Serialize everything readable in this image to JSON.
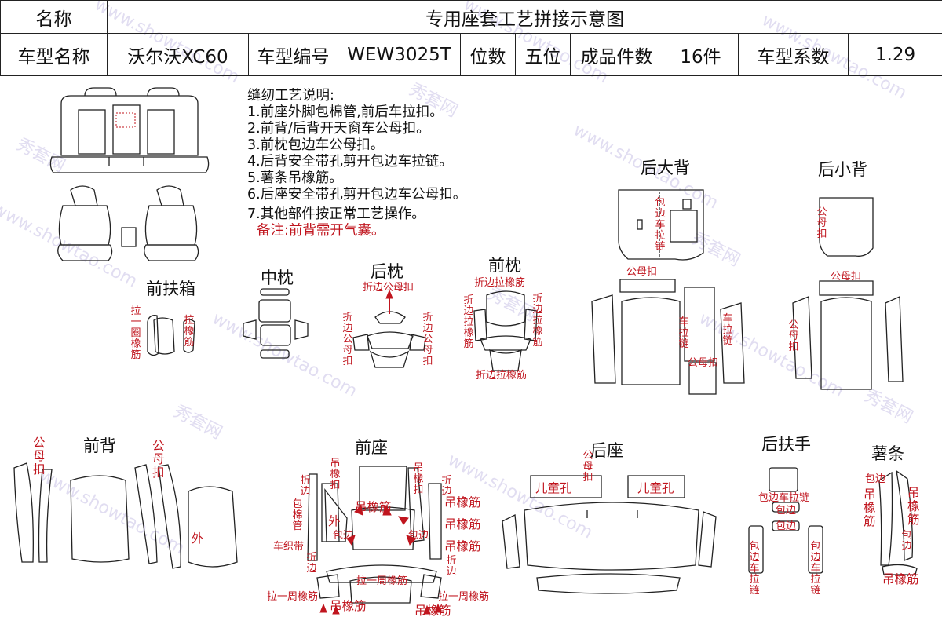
{
  "header": {
    "name_label": "名称",
    "title": "专用座套工艺拼接示意图",
    "model_name_label": "车型名称",
    "model_name": "沃尔沃XC60",
    "model_code_label": "车型编号",
    "model_code": "WEW3025T",
    "seats_label": "位数",
    "seats": "五位",
    "pieces_label": "成品件数",
    "pieces": "16件",
    "coef_label": "车型系数",
    "coef": "1.29"
  },
  "notes": {
    "heading": "缝纫工艺说明:",
    "items": [
      "1.前座外脚包棉管,前后车拉扣。",
      "2.前背/后背开天窗车公母扣。",
      "3.前枕包边车公母扣。",
      "4.后背安全带孔剪开包边车拉链。",
      "5.薯条吊橡筋。",
      "6.后座安全带孔剪开包边车公母扣。",
      "7.其他部件按正常工艺操作。"
    ],
    "remark": "备注:前背需开气囊。"
  },
  "sections": {
    "front_armrest": "前扶箱",
    "mid_pillow": "中枕",
    "rear_pillow": "后枕",
    "front_pillow": "前枕",
    "rear_big_back": "后大背",
    "rear_small_back": "后小背",
    "front_back": "前背",
    "front_seat": "前座",
    "rear_seat": "后座",
    "rear_armrest": "后扶手",
    "fries": "薯条"
  },
  "labels": {
    "armrest_left": "拉一圈橡筋",
    "armrest_right": "拉橡筋",
    "rp_top": "折边公母扣",
    "rp_left": "折边公母扣",
    "rp_right": "折边公母扣",
    "fp_top": "折边拉橡筋",
    "fp_left": "折边拉橡筋",
    "fp_right": "折边拉橡筋",
    "fp_bottom": "折边拉橡筋",
    "rbb_zip": "包边车拉链",
    "rbb_snap": "公母扣",
    "rbb_zip_l": "车拉链",
    "rbb_zip_r": "车拉链",
    "rbb_snap_b": "公母扣",
    "rsb_snap_top": "公母扣",
    "rsb_snap": "公母扣",
    "rsb_snap_l": "公母扣",
    "fb_snap_l": "公母扣",
    "fb_snap_r": "公母扣",
    "fb_outer": "外",
    "fs_hang_l": "吊橡扣",
    "fs_hang_r": "吊橡扣",
    "fs_fold_l": "折边",
    "fs_fold_r": "折边",
    "fs_wrap_pipe": "包棉管",
    "fs_zip": "车织带",
    "fs_fold_b": "折边",
    "fs_band_c": "吊橡筋",
    "fs_outer": "外",
    "fs_wrap": "包边",
    "fs_wrap2": "包边",
    "fs_band_r1": "吊橡筋",
    "fs_band_r2": "吊橡筋",
    "fs_band_r3": "吊橡筋",
    "fs_fold_r2": "折边",
    "fs_loop_l": "拉一周橡筋",
    "fs_loop_c": "拉一周橡筋",
    "fs_loop_r": "拉一周橡筋",
    "fs_band_b1": "吊橡筋",
    "fs_band_b2": "吊橡筋",
    "rs_snap": "公母扣",
    "rs_hole_l": "儿童孔",
    "rs_hole_r": "儿童孔",
    "ra_zip": "包边车拉链",
    "ra_wrap": "包边",
    "ra_wrap2": "包边",
    "ra_zip_l": "包边车拉链",
    "ra_zip_r": "包边车拉链",
    "fr_band_l": "吊橡筋",
    "fr_band_r": "吊橡筋",
    "fr_wrap_t": "包边",
    "fr_wrap_m": "包边",
    "fr_band_b": "吊橡筋"
  },
  "watermark": {
    "site": "www.showtao.com",
    "brand": "秀套网"
  },
  "colors": {
    "line": "#222222",
    "annotation": "#c0151e",
    "watermark": "#c9c3e6"
  }
}
